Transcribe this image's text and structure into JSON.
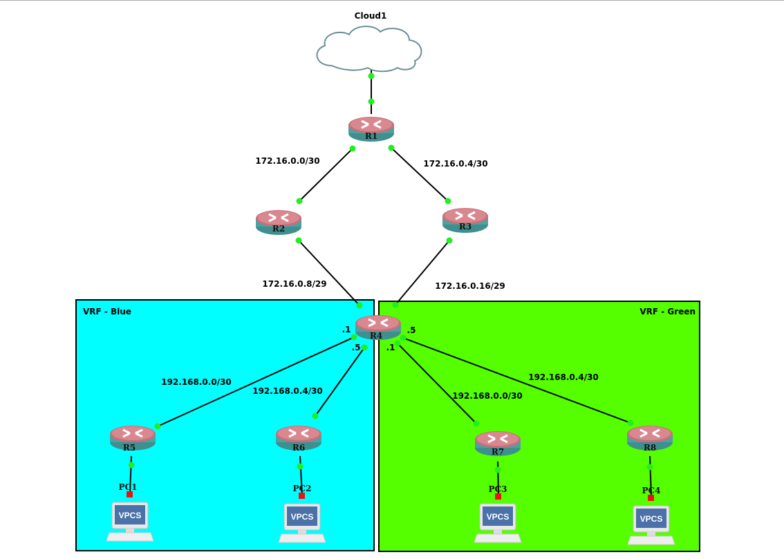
{
  "colors": {
    "vrf_blue": "#00ffff",
    "vrf_green": "#55ff00",
    "link_up": "#22ee22",
    "link_down": "#ee1111"
  },
  "cloud": {
    "label": "Cloud1",
    "icon": "cloud-icon"
  },
  "routers": {
    "r1": "R1",
    "r2": "R2",
    "r3": "R3",
    "r4": "R4",
    "r5": "R5",
    "r6": "R6",
    "r7": "R7",
    "r8": "R8"
  },
  "pcs": {
    "pc1": "PC1",
    "pc2": "PC2",
    "pc3": "PC3",
    "pc4": "PC4",
    "badge": "VPCS"
  },
  "vrfs": {
    "blue": "VRF - Blue",
    "green": "VRF - Green"
  },
  "subnets": {
    "r1_r2": "172.16.0.0/30",
    "r1_r3": "172.16.0.4/30",
    "r2_r4": "172.16.0.8/29",
    "r3_r4": "172.16.0.16/29",
    "r4_r5": "192.168.0.0/30",
    "r4_r6": "192.168.0.4/30",
    "r4_r7": "192.168.0.0/30",
    "r4_r8": "192.168.0.4/30"
  },
  "interfaces": {
    "r4_r5": ".1",
    "r4_r6": ".5",
    "r4_r7": ".1",
    "r4_r8": ".5"
  }
}
